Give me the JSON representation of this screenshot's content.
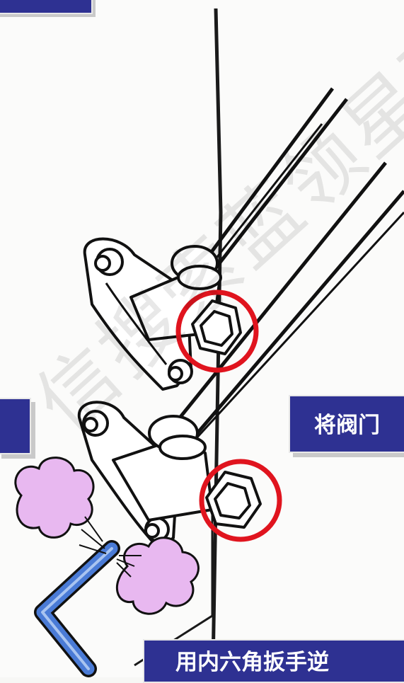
{
  "labels": {
    "top_left": "",
    "mid_left": "",
    "mid_right": "将阀门",
    "bottom": "用内六角扳手逆"
  },
  "watermark": "信搜索蓝领星球",
  "colors": {
    "label_bg": "#2e3192",
    "highlight_ring": "#e0141e",
    "hex_wrench": "#4a7bd6",
    "gas_cloud": "#e8b8f0"
  },
  "icons": [
    "service-valve-icon",
    "hex-bolt-icon",
    "hex-wrench-icon",
    "gas-cloud-icon",
    "pipe-icon"
  ]
}
